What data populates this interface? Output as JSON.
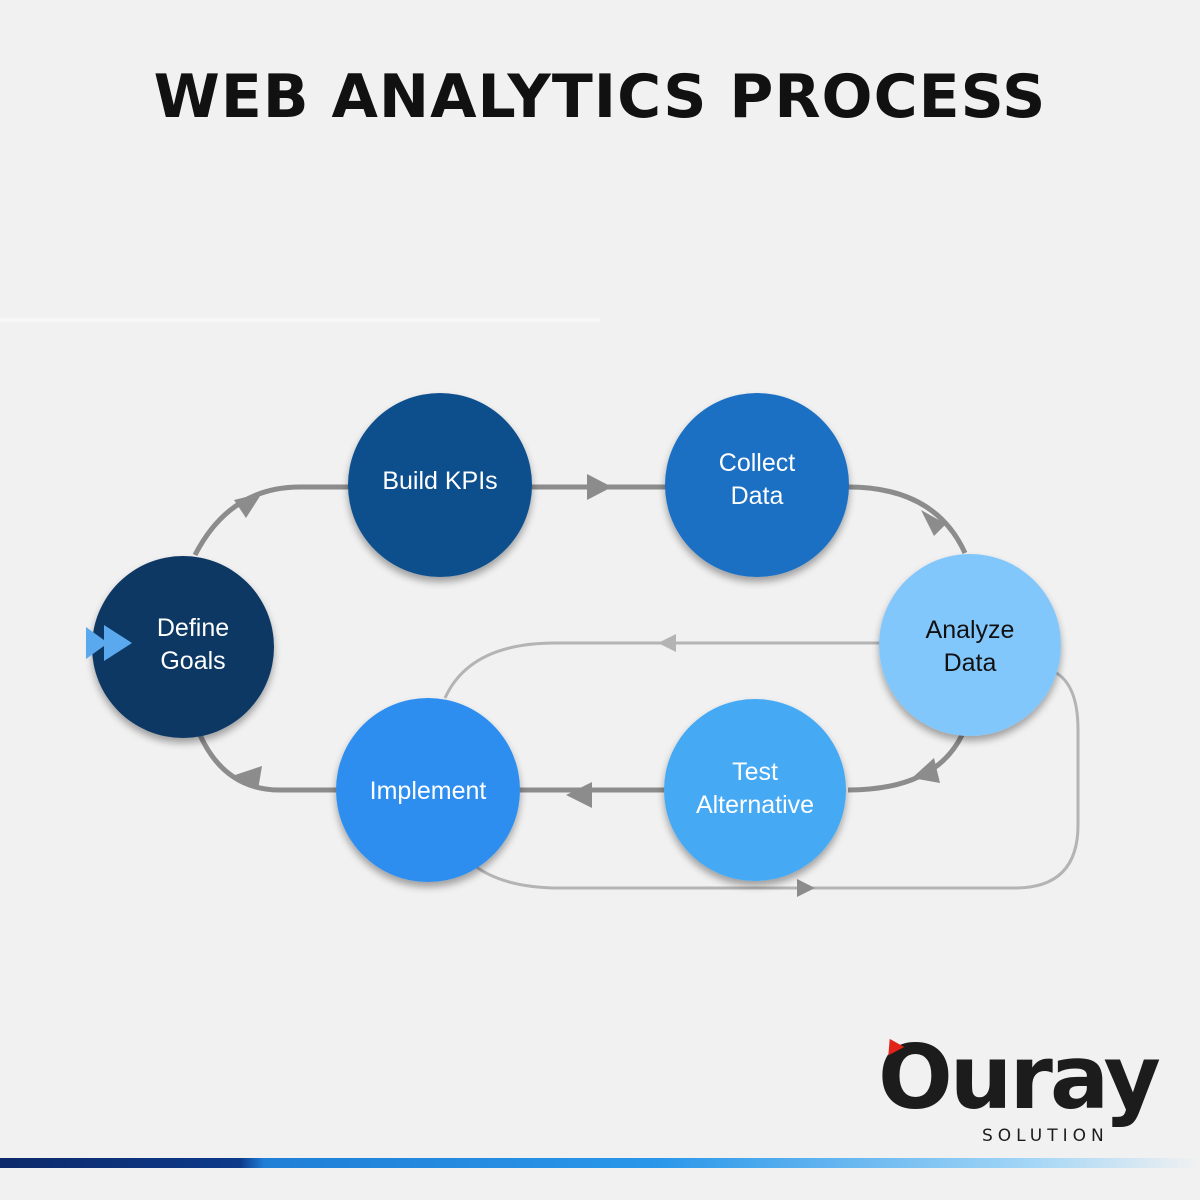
{
  "title": "WEB ANALYTICS PROCESS",
  "nodes": {
    "define_goals": {
      "line1": "Define",
      "line2": "Goals",
      "color": "#0d3864",
      "text_color": "#ffffff"
    },
    "build_kpis": {
      "line1": "Build KPIs",
      "line2": "",
      "color": "#0e4f8d",
      "text_color": "#ffffff"
    },
    "collect_data": {
      "line1": "Collect",
      "line2": "Data",
      "color": "#1a6fc4",
      "text_color": "#ffffff"
    },
    "analyze_data": {
      "line1": "Analyze",
      "line2": "Data",
      "color": "#82c7fb",
      "text_color": "#111111"
    },
    "test_alternative": {
      "line1": "Test",
      "line2": "Alternative",
      "color": "#45a9f4",
      "text_color": "#ffffff"
    },
    "implement": {
      "line1": "Implement",
      "line2": "",
      "color": "#2e8ef0",
      "text_color": "#ffffff"
    }
  },
  "connector_color": "#8c8c8c",
  "secondary_loop_color": "#b4b4b4",
  "start_arrow_color": "#5aa9ef",
  "logo": {
    "name": "Ouray",
    "subtitle": "SOLUTION",
    "accent": "#e2231a"
  }
}
